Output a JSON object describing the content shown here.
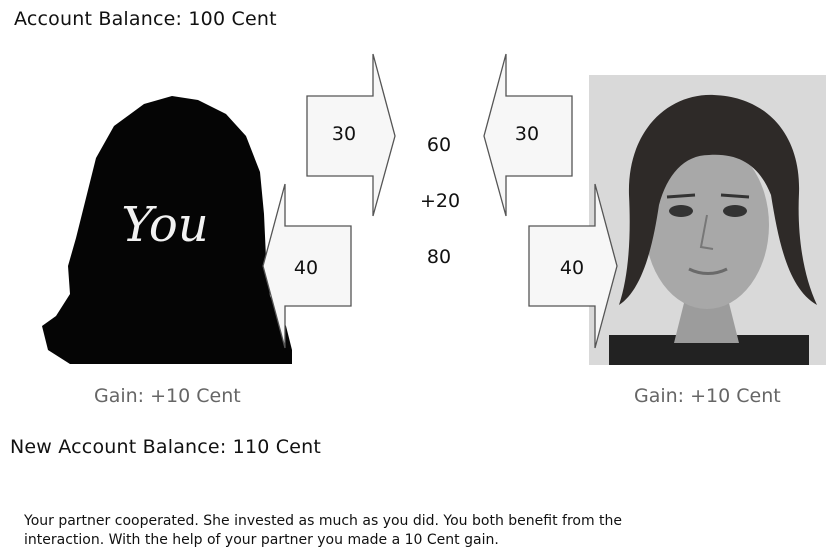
{
  "header": {
    "account_balance": "Account Balance: 100 Cent"
  },
  "player": {
    "label": "You",
    "gain": "Gain: +10 Cent"
  },
  "partner": {
    "gain": "Gain: +10 Cent"
  },
  "transfers": {
    "you_invest": "30",
    "partner_invest": "30",
    "you_receive": "40",
    "partner_receive": "40"
  },
  "pool": {
    "total": "60",
    "bonus": "+20",
    "result": "80"
  },
  "footer": {
    "new_balance": "New Account Balance: 110 Cent",
    "message_line1": "Your partner cooperated. She invested as much as you did. You both benefit from the",
    "message_line2": "interaction. With the help of your partner you made a 10 Cent gain."
  }
}
